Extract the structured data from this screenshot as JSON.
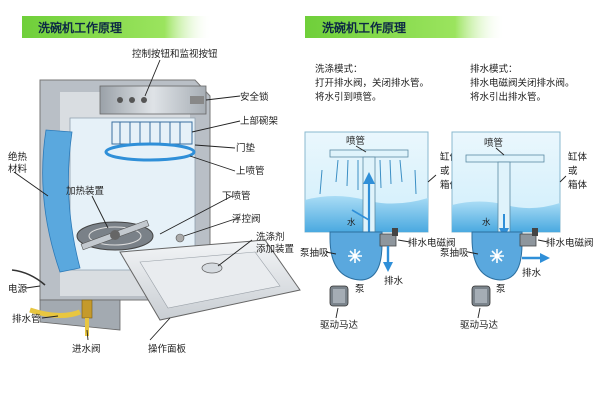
{
  "titles": {
    "left": "洗碗机工作原理",
    "right": "洗碗机工作原理"
  },
  "left_labels": {
    "control": "控制按钮和监视按钮",
    "safety_lock": "安全锁",
    "upper_rack": "上部碗架",
    "door_pad": "门垫",
    "upper_spray": "上喷管",
    "insulation": "绝热材料",
    "heater": "加热装置",
    "lower_spray": "下喷管",
    "float_valve": "浮控阀",
    "detergent_line1": "洗涤剂",
    "detergent_line2": "添加装置",
    "power": "电源",
    "drain_pipe": "排水管",
    "inlet_valve": "进水阀",
    "panel": "操作面板"
  },
  "wash_mode": {
    "line1": "洗涤模式：",
    "line2": "打开排水阀，关闭排水管。",
    "line3": "将水引到喷管。",
    "spray": "喷管",
    "tank": "缸体或箱体",
    "water": "水",
    "valve": "排水电磁阀",
    "pump_pipe": "泵抽吸",
    "pump": "泵",
    "drain": "排水",
    "motor": "驱动马达"
  },
  "drain_mode": {
    "line1": "排水模式：",
    "line2": "排水电磁阀关闭排水阀。",
    "line3": "将水引出排水管。",
    "spray": "喷管",
    "tank": "缸体或箱体",
    "water": "水",
    "valve": "排水电磁阀",
    "pump_pipe": "泵抽吸",
    "pump": "泵",
    "drain": "排水",
    "motor": "驱动马达"
  },
  "colors": {
    "banner": "#6fcf3a",
    "water": "#5fb8e8",
    "water_light": "#bfe6f8",
    "metal": "#c9ced4",
    "metal_dark": "#8d949c",
    "pipe_yellow": "#e8c640",
    "arrow": "#2f8fd8"
  },
  "icons": [
    "wash-arrows",
    "drain-arrow",
    "motor",
    "pump-impeller"
  ]
}
